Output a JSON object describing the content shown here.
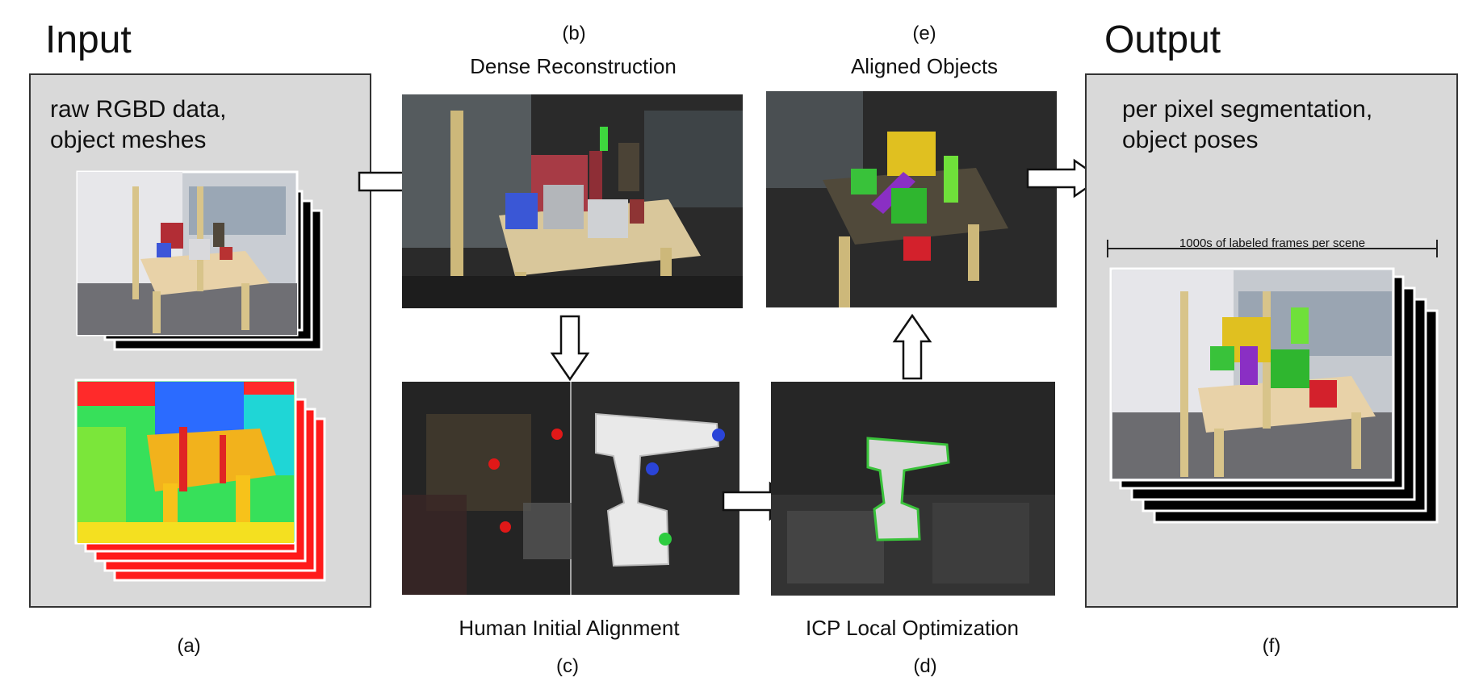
{
  "input": {
    "title": "Input",
    "text_line1": "raw RGBD data,",
    "text_line2": "object meshes",
    "label": "(a)"
  },
  "output": {
    "title": "Output",
    "text_line1": "per pixel segmentation,",
    "text_line2": "object poses",
    "frames_label": "1000s of labeled frames per scene",
    "label": "(f)"
  },
  "steps": {
    "b": {
      "label": "(b)",
      "caption": "Dense Reconstruction"
    },
    "c": {
      "label": "(c)",
      "caption": "Human Initial Alignment"
    },
    "d": {
      "label": "(d)",
      "caption": "ICP Local Optimization"
    },
    "e": {
      "label": "(e)",
      "caption": "Aligned Objects"
    }
  },
  "colors": {
    "panel_bg": "#d9d9d9",
    "scan_bg": "#1f1f1f",
    "align_green": "#39c23a",
    "object_blue": "#2f4fd6",
    "object_yellow": "#e0c020",
    "object_purple": "#8a2fc4",
    "object_red": "#d3212c"
  },
  "icons": [
    "arrow-right-icon",
    "arrow-down-icon",
    "arrow-up-icon"
  ]
}
